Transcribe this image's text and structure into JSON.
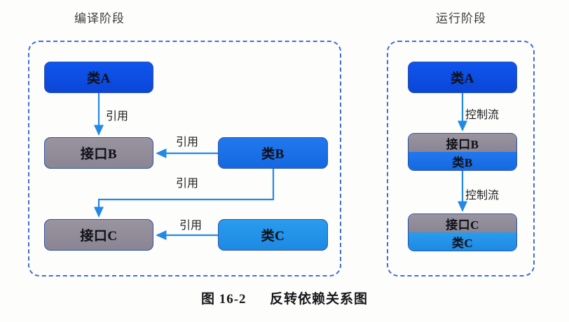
{
  "figure": {
    "caption_prefix": "图",
    "caption_number": "16-2",
    "caption_text": "反转依赖关系图",
    "accent_blue": "#0b46d6",
    "edge_blue": "#2196f3",
    "dashed_border_blue": "#3f6fd4",
    "interface_gray": "#8a8593"
  },
  "panels": [
    {
      "id": "compile",
      "title": "编译阶段",
      "nodes": [
        {
          "id": "class-a",
          "label": "类A",
          "kind": "class",
          "color": "#0b46d6"
        },
        {
          "id": "interface-b",
          "label": "接口B",
          "kind": "interface",
          "color": "#8a8593"
        },
        {
          "id": "class-b",
          "label": "类B",
          "kind": "class",
          "color": "#1569e0"
        },
        {
          "id": "interface-c",
          "label": "接口C",
          "kind": "interface",
          "color": "#8a8593"
        },
        {
          "id": "class-c",
          "label": "类C",
          "kind": "class",
          "color": "#1d8ae2"
        }
      ],
      "edges": [
        {
          "id": "a-to-ifaceb",
          "label": "引用",
          "from": "class-a",
          "to": "interface-b"
        },
        {
          "id": "b-to-ifaceb",
          "label": "引用",
          "from": "class-b",
          "to": "interface-b"
        },
        {
          "id": "b-to-ifacec",
          "label": "引用",
          "from": "class-b",
          "to": "interface-c"
        },
        {
          "id": "c-to-ifacec",
          "label": "引用",
          "from": "class-c",
          "to": "interface-c"
        }
      ]
    },
    {
      "id": "runtime",
      "title": "运行阶段",
      "nodes": [
        {
          "id": "rt-class-a",
          "label": "类A",
          "kind": "class",
          "color": "#0b46d6"
        },
        {
          "id": "rt-stack-b",
          "kind": "stack",
          "top_label": "接口B",
          "bottom_label": "类B",
          "top_color": "#8a8593",
          "bottom_color": "#1569e0"
        },
        {
          "id": "rt-stack-c",
          "kind": "stack",
          "top_label": "接口C",
          "bottom_label": "类C",
          "top_color": "#8a8593",
          "bottom_color": "#1d8ae2"
        }
      ],
      "edges": [
        {
          "id": "rt-a-to-b",
          "label": "控制流",
          "from": "rt-class-a",
          "to": "rt-stack-b"
        },
        {
          "id": "rt-b-to-c",
          "label": "控制流",
          "from": "rt-stack-b",
          "to": "rt-stack-c"
        }
      ]
    }
  ]
}
